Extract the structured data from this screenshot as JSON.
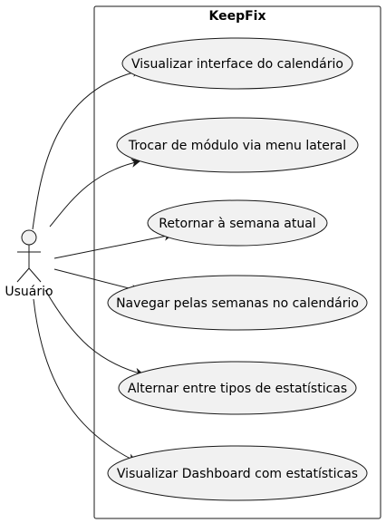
{
  "diagram": {
    "type": "use-case",
    "system": {
      "title": "KeepFix"
    },
    "actor": {
      "name": "Usuário"
    },
    "use_cases": [
      {
        "id": "uc1",
        "label": "Visualizar interface do calendário"
      },
      {
        "id": "uc2",
        "label": "Trocar de módulo via menu lateral"
      },
      {
        "id": "uc3",
        "label": "Retornar à semana atual"
      },
      {
        "id": "uc4",
        "label": "Navegar pelas semanas no calendário"
      },
      {
        "id": "uc5",
        "label": "Alternar entre tipos de estatísticas"
      },
      {
        "id": "uc6",
        "label": "Visualizar Dashboard com estatísticas"
      }
    ],
    "associations": [
      {
        "from": "actor",
        "to": "uc1"
      },
      {
        "from": "actor",
        "to": "uc2"
      },
      {
        "from": "actor",
        "to": "uc3"
      },
      {
        "from": "actor",
        "to": "uc4"
      },
      {
        "from": "actor",
        "to": "uc5"
      },
      {
        "from": "actor",
        "to": "uc6"
      }
    ],
    "colors": {
      "ellipse_fill": "#f1f1f1",
      "stroke": "#181818",
      "background": "#ffffff"
    }
  }
}
